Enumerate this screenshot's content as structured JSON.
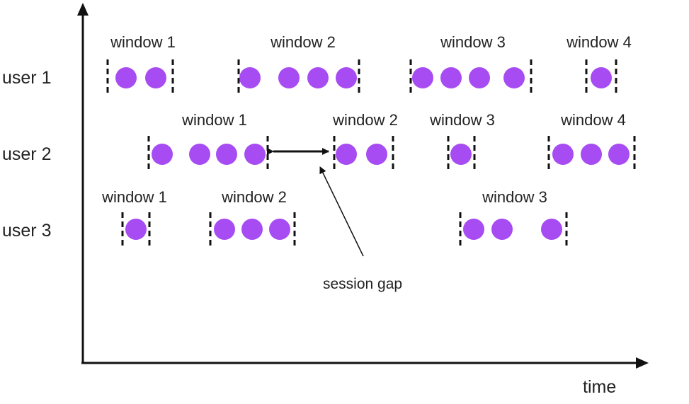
{
  "colors": {
    "event": "#a74cf2",
    "ink": "#111111"
  },
  "axis": {
    "x_label": "time"
  },
  "users": [
    {
      "label": "user 1",
      "windows": [
        {
          "label": "window 1"
        },
        {
          "label": "window 2"
        },
        {
          "label": "window 3"
        },
        {
          "label": "window 4"
        }
      ]
    },
    {
      "label": "user 2",
      "windows": [
        {
          "label": "window 1"
        },
        {
          "label": "window 2"
        },
        {
          "label": "window 3"
        },
        {
          "label": "window 4"
        }
      ]
    },
    {
      "label": "user 3",
      "windows": [
        {
          "label": "window 1"
        },
        {
          "label": "window 2"
        },
        {
          "label": "window 3"
        }
      ]
    }
  ],
  "annotation": {
    "label": "session gap"
  }
}
